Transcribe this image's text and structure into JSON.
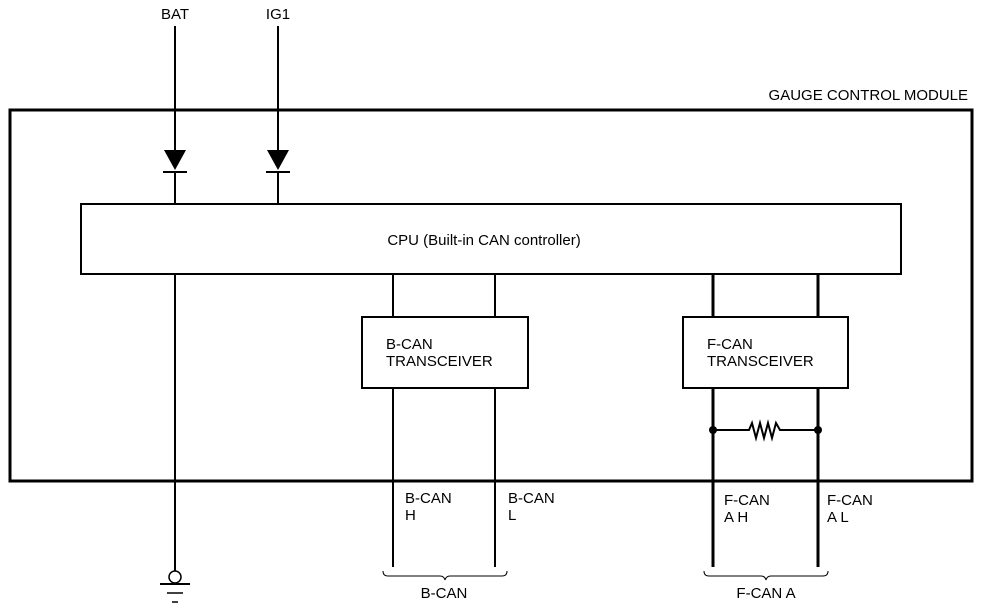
{
  "diagram": {
    "type": "circuit-block-diagram",
    "module_label": "GAUGE CONTROL MODULE",
    "inputs": [
      {
        "id": "bat",
        "label": "BAT",
        "component": "diode"
      },
      {
        "id": "ig1",
        "label": "IG1",
        "component": "diode"
      }
    ],
    "cpu": {
      "label": "CPU (Built-in CAN controller)"
    },
    "transceivers": [
      {
        "id": "b-can",
        "line1": "B-CAN",
        "line2": "TRANSCEIVER"
      },
      {
        "id": "f-can",
        "line1": "F-CAN",
        "line2": "TRANSCEIVER",
        "termination": "resistor"
      }
    ],
    "terminals": [
      {
        "id": "b-can-h",
        "line1": "B-CAN",
        "line2": "H"
      },
      {
        "id": "b-can-l",
        "line1": "B-CAN",
        "line2": "L"
      },
      {
        "id": "f-can-ah",
        "line1": "F-CAN",
        "line2": "A H"
      },
      {
        "id": "f-can-al",
        "line1": "F-CAN",
        "line2": "A L"
      }
    ],
    "buses": [
      {
        "id": "b-can-bus",
        "label": "B-CAN"
      },
      {
        "id": "f-can-a-bus",
        "label": "F-CAN A"
      }
    ],
    "ground": {
      "symbol": "ground"
    }
  }
}
